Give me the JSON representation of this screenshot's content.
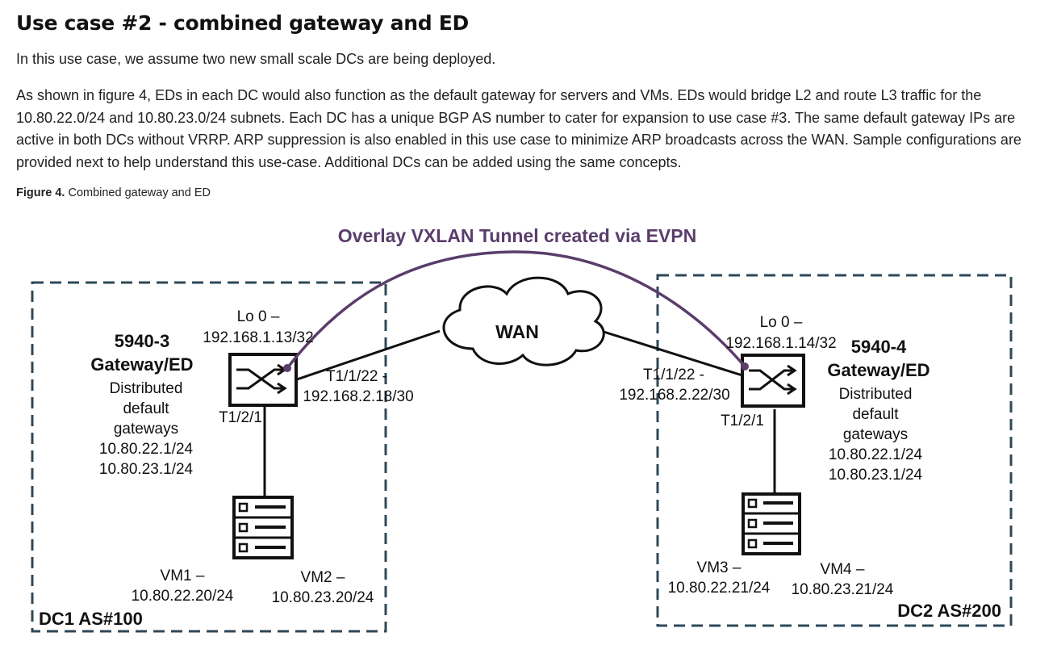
{
  "heading": "Use case #2 - combined gateway and ED",
  "paragraph1": "In this use case, we assume two new small scale DCs are being deployed.",
  "paragraph2": "As shown in figure 4, EDs in each DC would also function as the default gateway for servers and VMs. EDs would bridge L2 and route L3 traffic for the 10.80.22.0/24 and 10.80.23.0/24 subnets. Each DC has a unique BGP AS number to cater for expansion to use case #3. The same default gateway IPs are active in both DCs without VRRP. ARP suppression is also enabled in this use case to minimize ARP broadcasts across the WAN. Sample configurations are provided next to help understand this use-case. Additional DCs can be added using the same concepts.",
  "figure_caption": {
    "label": "Figure 4.",
    "text": " Combined gateway and ED"
  },
  "diagram": {
    "overlay_label": "Overlay VXLAN Tunnel created via EVPN",
    "wan_label": "WAN",
    "dc1": {
      "label": "DC1 AS#100",
      "switch_name": "5940-3",
      "switch_role": "Gateway/ED",
      "gateway_lines": [
        "Distributed",
        "default",
        "gateways",
        "10.80.22.1/24",
        "10.80.23.1/24"
      ],
      "loopback_line1": "Lo 0 –",
      "loopback_line2": "192.168.1.13/32",
      "uplink_line1": "T1/1/22 -",
      "uplink_line2": "192.168.2.18/30",
      "downlink": "T1/2/1",
      "vm_a_line1": "VM1 –",
      "vm_a_line2": "10.80.22.20/24",
      "vm_b_line1": "VM2 –",
      "vm_b_line2": "10.80.23.20/24"
    },
    "dc2": {
      "label": "DC2 AS#200",
      "switch_name": "5940-4",
      "switch_role": "Gateway/ED",
      "gateway_lines": [
        "Distributed",
        "default",
        "gateways",
        "10.80.22.1/24",
        "10.80.23.1/24"
      ],
      "loopback_line1": "Lo 0 –",
      "loopback_line2": "192.168.1.14/32",
      "uplink_line1": "T1/1/22 -",
      "uplink_line2": "192.168.2.22/30",
      "downlink": "T1/2/1",
      "vm_a_line1": "VM3 –",
      "vm_a_line2": "10.80.22.21/24",
      "vm_b_line1": "VM4 –",
      "vm_b_line2": "10.80.23.21/24"
    },
    "colors": {
      "overlay": "#5a3d6b",
      "dc_border": "#2f4858",
      "device": "#111111"
    }
  }
}
